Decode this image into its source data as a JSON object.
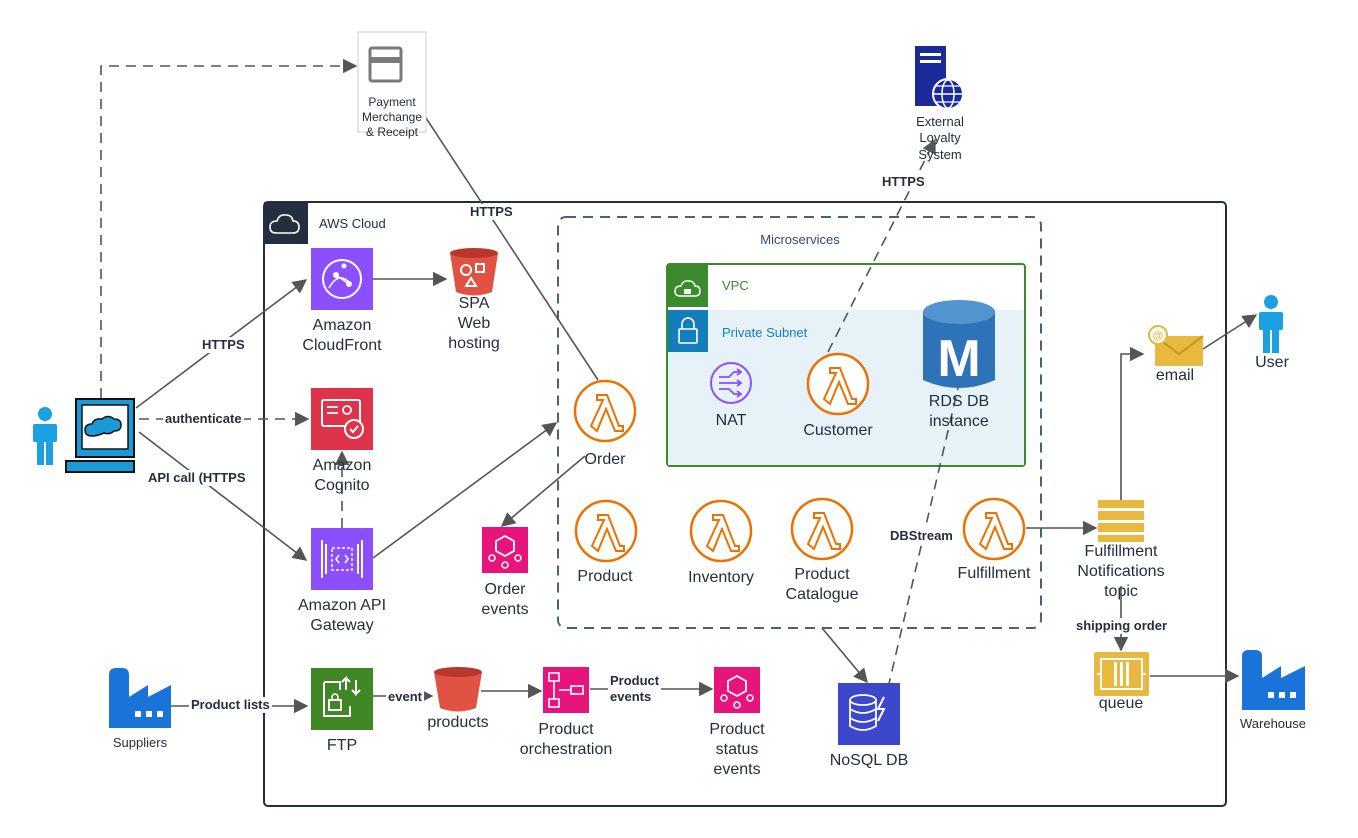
{
  "title": "",
  "groups": {
    "aws_cloud": "AWS Cloud",
    "microservices": "Microservices",
    "vpc": "VPC",
    "private_subnet": "Private Subnet"
  },
  "nodes": {
    "customer_user": {
      "label": "",
      "icon": "person-icon"
    },
    "client_computer": {
      "label": "",
      "icon": "computer-icon"
    },
    "payment": {
      "label": "Payment\nMerchange\n& Receipt",
      "icon": "credit-card-icon"
    },
    "external_loyalty": {
      "label": "External\nLoyalty\nSystem",
      "icon": "server-globe-icon"
    },
    "cloudfront": {
      "label": "Amazon\nCloudFront",
      "icon": "cloudfront-icon"
    },
    "spa_hosting": {
      "label": "SPA\nWeb\nhosting",
      "icon": "s3-bucket-icon"
    },
    "cognito": {
      "label": "Amazon\nCognito",
      "icon": "cognito-icon"
    },
    "api_gateway": {
      "label": "Amazon API\nGateway",
      "icon": "api-gateway-icon"
    },
    "order": {
      "label": "Order",
      "icon": "lambda-icon"
    },
    "order_events": {
      "label": "Order\nevents",
      "icon": "eventbridge-icon"
    },
    "nat": {
      "label": "NAT",
      "icon": "nat-gateway-icon"
    },
    "customer": {
      "label": "Customer",
      "icon": "lambda-icon"
    },
    "rds": {
      "label": "RDS DB\ninstance",
      "icon": "rds-icon"
    },
    "product": {
      "label": "Product",
      "icon": "lambda-icon"
    },
    "inventory": {
      "label": "Inventory",
      "icon": "lambda-icon"
    },
    "product_catalogue": {
      "label": "Product\nCatalogue",
      "icon": "lambda-icon"
    },
    "fulfillment": {
      "label": "Fulfillment",
      "icon": "lambda-icon"
    },
    "fulfillment_topic": {
      "label": "Fulfillment\nNotifications\ntopic",
      "icon": "sns-topic-icon"
    },
    "email": {
      "label": "email",
      "icon": "email-icon"
    },
    "user": {
      "label": "User",
      "icon": "person-icon"
    },
    "queue": {
      "label": "queue",
      "icon": "sqs-queue-icon"
    },
    "warehouse": {
      "label": "Warehouse",
      "icon": "factory-icon"
    },
    "suppliers": {
      "label": "Suppliers",
      "icon": "factory-icon"
    },
    "ftp": {
      "label": "FTP",
      "icon": "transfer-family-icon"
    },
    "products": {
      "label": "products",
      "icon": "s3-bucket-icon"
    },
    "product_orchestration": {
      "label": "Product\norchestration",
      "icon": "step-functions-icon"
    },
    "product_status_events": {
      "label": "Product\nstatus\nevents",
      "icon": "eventbridge-icon"
    },
    "nosql": {
      "label": "NoSQL DB",
      "icon": "dynamodb-icon"
    }
  },
  "edges": {
    "https_cloudfront": "HTTPS",
    "authenticate": "authenticate",
    "api_call": "API call (HTTPS",
    "https_payment": "HTTPS",
    "https_loyalty": "HTTPS",
    "dbstream": "DBStream",
    "shipping_order": "shipping order",
    "product_lists": "Product lists",
    "event": "event",
    "product_events": "Product\nevents"
  },
  "colors": {
    "aws_dark": "#232f3e",
    "cloudfront_purple": "#8c4fff",
    "cognito_red": "#dd344c",
    "lambda_orange": "#ed7100",
    "event_pink": "#e7157b",
    "ftp_green": "#3f8624",
    "s3_red": "#e05243",
    "rds_blue": "#2e73b8",
    "dynamo_blue": "#3b48cc",
    "sns_gold": "#e8b93e",
    "person_blue": "#1ba1e2",
    "factory_blue": "#1a73d9",
    "server_navy": "#1a2a9a",
    "vpc_green": "#3b8b2e",
    "subnet_blue": "#147eba",
    "subnet_fill": "#e6f2f8",
    "edge_gray": "#555555"
  }
}
